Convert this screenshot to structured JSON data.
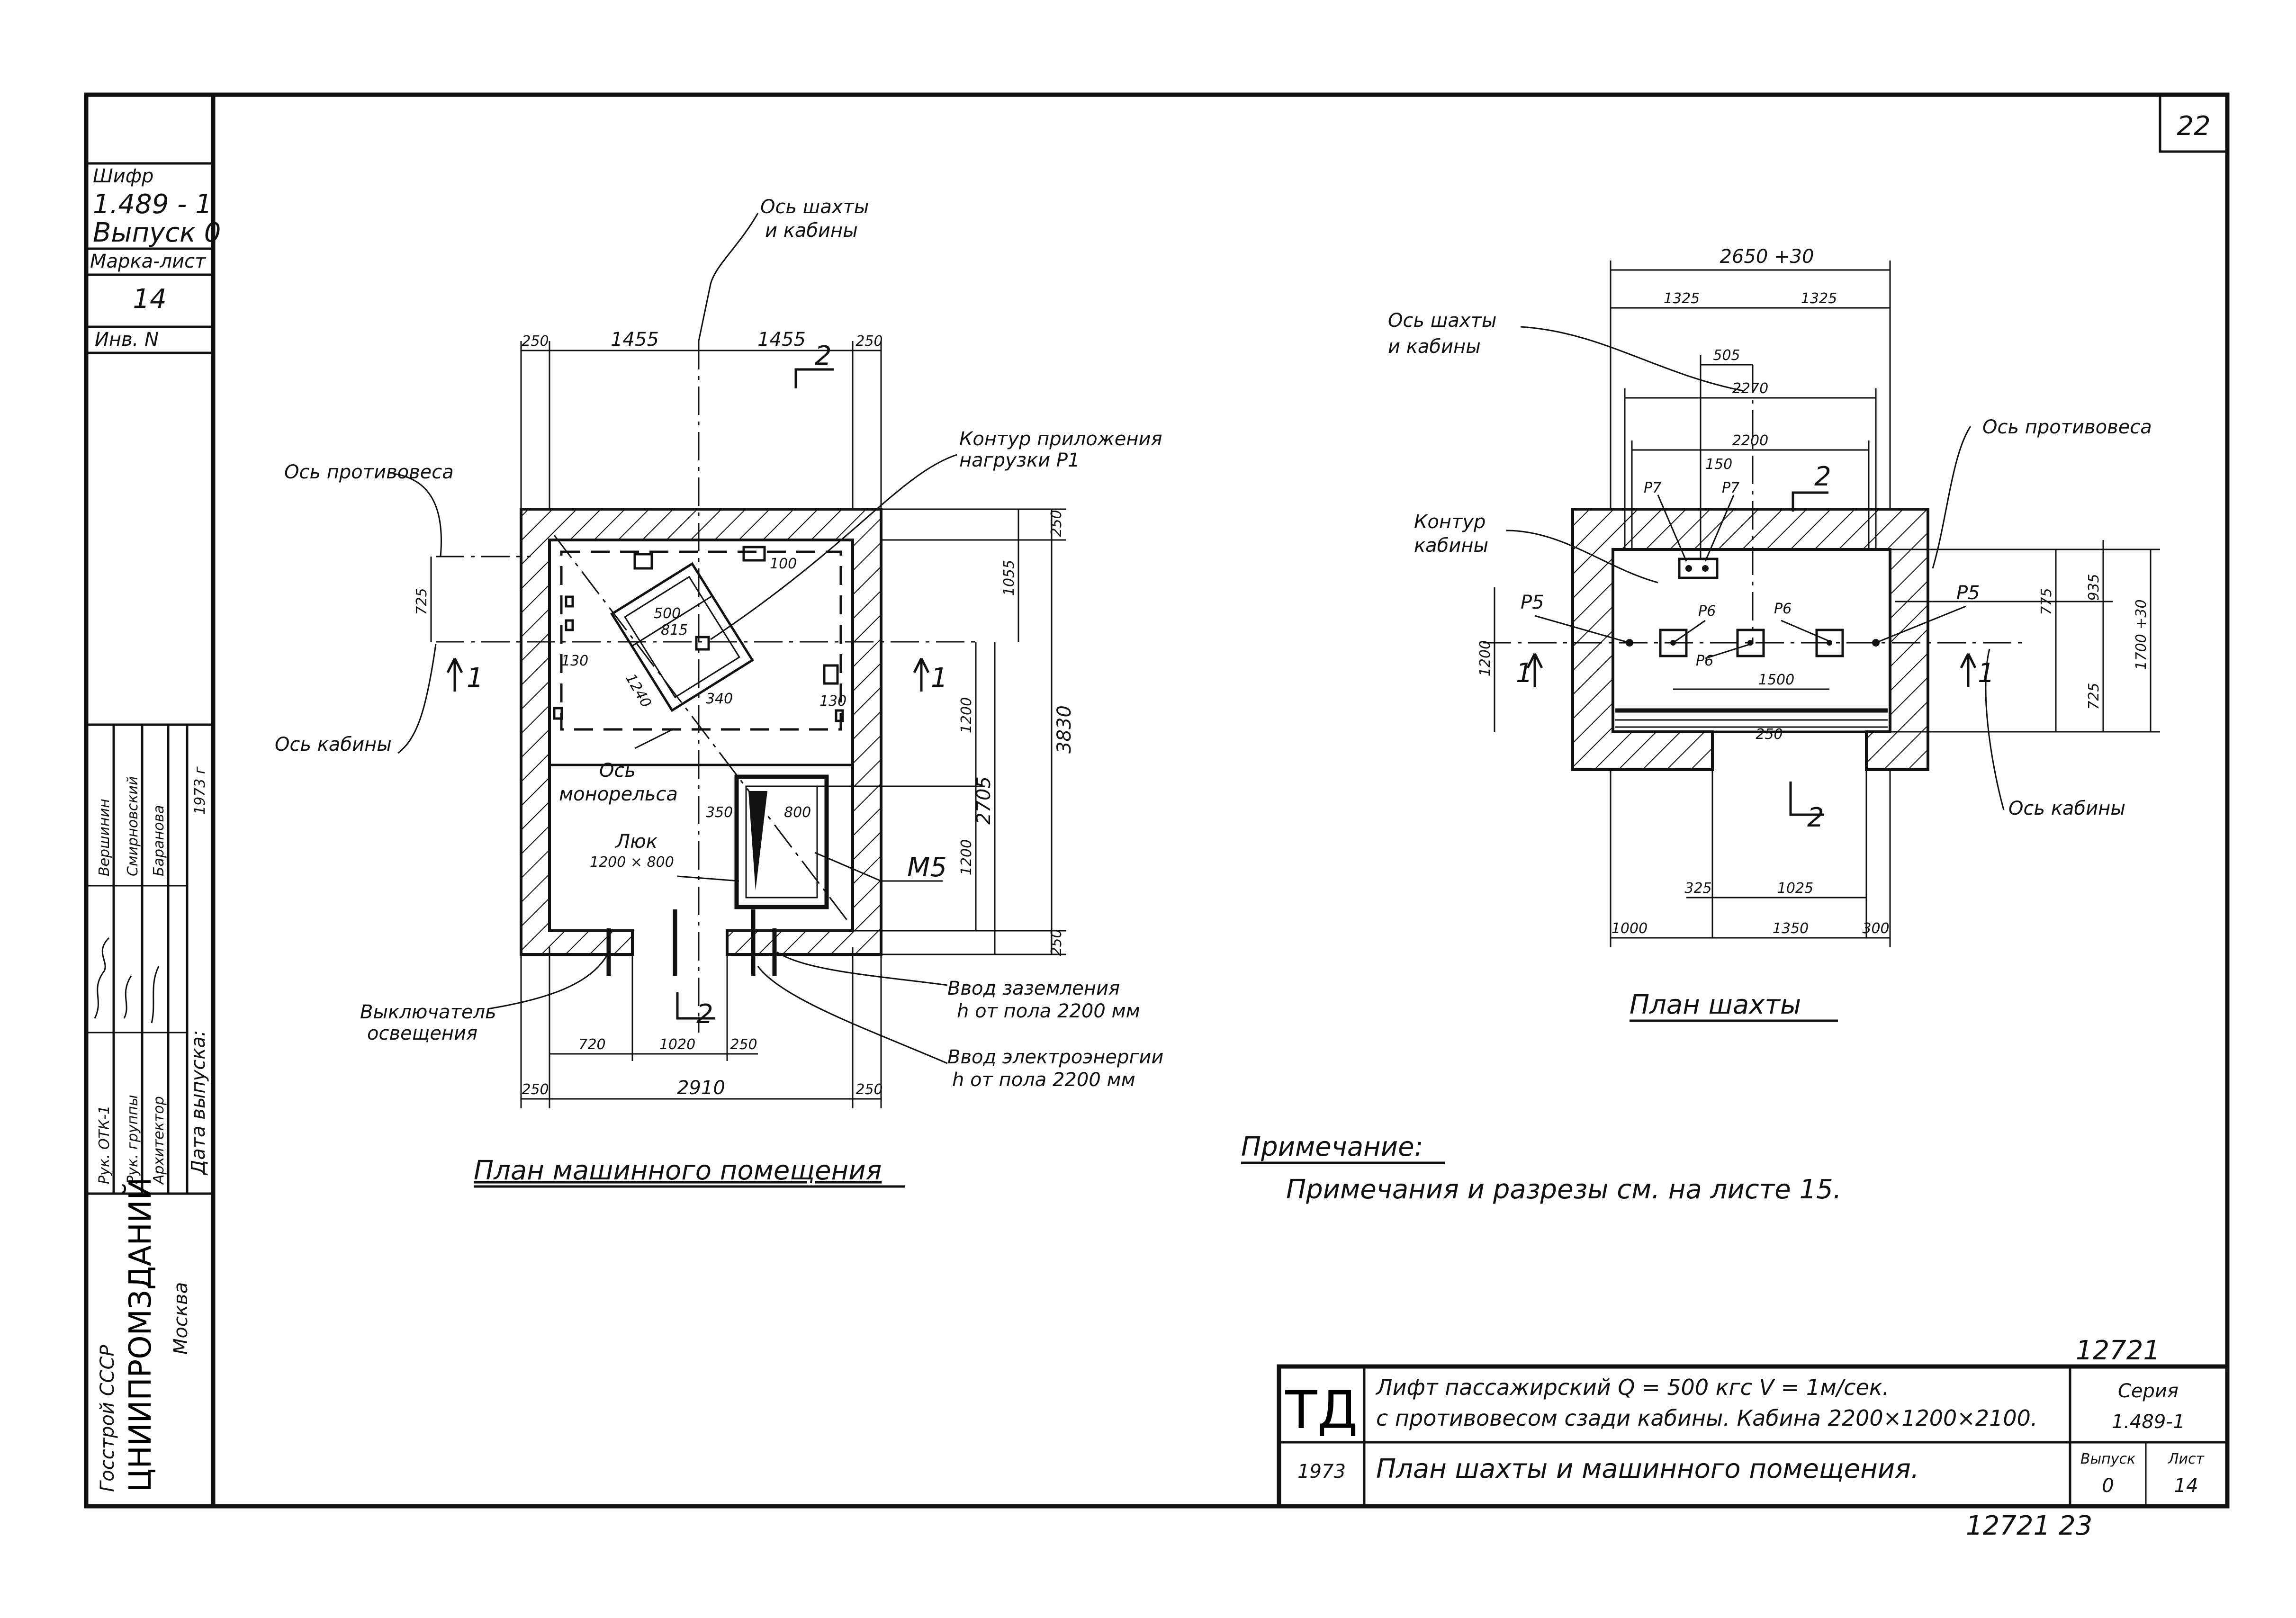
{
  "sheet_number": "22",
  "side_stamp": {
    "cipher_label": "Шифр",
    "cipher_value": "1.489 - 1",
    "issue": "Выпуск 0",
    "mark_sheet_label": "Марка-лист",
    "mark_sheet_value": "14",
    "inv_label": "Инв. N",
    "roles": [
      "Рук. ОТК-1",
      "Рук. группы",
      "Архитектор"
    ],
    "names": [
      "Вершинин",
      "Смирновский",
      "Баранова"
    ],
    "year": "1973 г",
    "date_label": "Дата выпуска:",
    "org_top": "Госстрой СССР",
    "org_main": "ЦНИИПРОМЗДАНИЙ",
    "org_city": "Москва"
  },
  "machine_room": {
    "title": "План машинного помещения",
    "labels": {
      "shaft_axis_1": "Ось шахты",
      "shaft_axis_2": "и кабины",
      "counterweight_axis": "Ось противовеса",
      "cabin_axis": "Ось кабины",
      "load_contour_1": "Контур приложения",
      "load_contour_2": "нагрузки P1",
      "monorail_1": "Ось",
      "monorail_2": "монорельса",
      "hatch_1": "Люк",
      "hatch_2": "1200 × 800",
      "m5": "M5",
      "ground_1": "Ввод заземления",
      "ground_2": "h от пола 2200 мм",
      "power_1": "Ввод электроэнергии",
      "power_2": "h от пола 2200 мм",
      "switch_1": "Выключатель",
      "switch_2": "освещения"
    },
    "dims": {
      "top": [
        "250",
        "1455",
        "1455",
        "250"
      ],
      "bottom": [
        "250",
        "2910",
        "250"
      ],
      "door": [
        "720",
        "1020",
        "250"
      ],
      "right_total": "3830",
      "right_a": "1055",
      "right_b": "2705",
      "right_c": "1200",
      "right_d": "1200",
      "right_top": "250",
      "right_bottom": "250",
      "left": "725",
      "inner": [
        "500",
        "815",
        "1240",
        "340",
        "130",
        "130",
        "100",
        "350",
        "800"
      ]
    },
    "section_marks": [
      "2",
      "1",
      "1",
      "2"
    ]
  },
  "shaft_plan": {
    "title": "План шахты",
    "labels": {
      "shaft_axis_1": "Ось шахты",
      "shaft_axis_2": "и кабины",
      "counterweight_axis": "Ось противовеса",
      "cabin_contour_1": "Контур",
      "cabin_contour_2": "кабины",
      "cabin_axis": "Ось кабины"
    },
    "dims": {
      "total": "2650 +30",
      "halves": [
        "1325",
        "1325"
      ],
      "d505": "505",
      "d2270": "2270",
      "d2200": "2200",
      "d150": "150",
      "d1500": "1500",
      "d250": "250",
      "bottom": [
        "1000",
        "1350",
        "300"
      ],
      "door": [
        "325",
        "1025"
      ],
      "right": [
        "775",
        "935",
        "725",
        "1700 +30"
      ],
      "left": "1200"
    },
    "loads": [
      "P7",
      "P7",
      "P5",
      "P5",
      "P6",
      "P6",
      "P6"
    ],
    "section_marks": [
      "2",
      "1",
      "1",
      "2"
    ]
  },
  "note": {
    "title": "Примечание:",
    "text": "Примечания и разрезы см. на листе 15."
  },
  "title_block": {
    "archive_no": "12721",
    "logo": "ТД",
    "line1": "Лифт пассажирский Q = 500 кгс V = 1м/сек.",
    "line2": "с противовесом сзади кабины. Кабина 2200×1200×2100.",
    "year": "1973",
    "sheet_title": "План шахты и машинного помещения.",
    "series_label": "Серия",
    "series_value": "1.489-1",
    "issue_label": "Выпуск",
    "issue_value": "0",
    "sheet_label": "Лист",
    "sheet_value": "14",
    "bottom_no": "12721 23"
  }
}
